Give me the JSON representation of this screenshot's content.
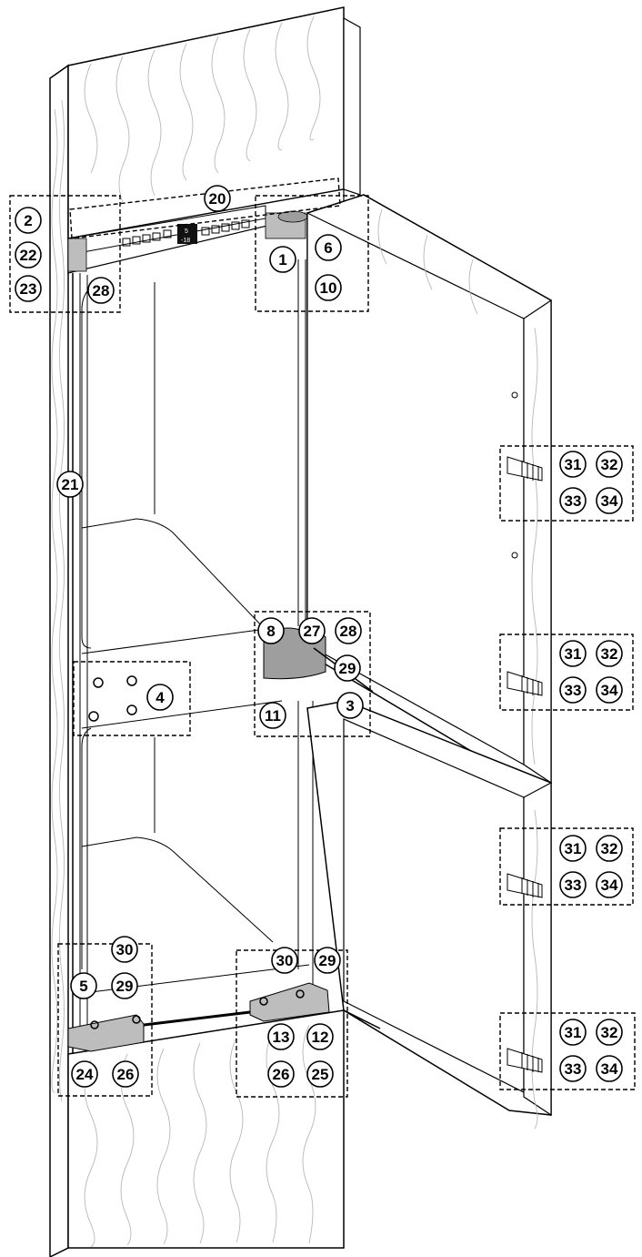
{
  "diagram": {
    "callouts": [
      {
        "id": "c-2",
        "label": "2"
      },
      {
        "id": "c-22",
        "label": "22"
      },
      {
        "id": "c-23",
        "label": "23"
      },
      {
        "id": "c-20",
        "label": "20"
      },
      {
        "id": "c-28a",
        "label": "28"
      },
      {
        "id": "c-1",
        "label": "1"
      },
      {
        "id": "c-6",
        "label": "6"
      },
      {
        "id": "c-10",
        "label": "10"
      },
      {
        "id": "c-21",
        "label": "21"
      },
      {
        "id": "c-31a",
        "label": "31"
      },
      {
        "id": "c-32a",
        "label": "32"
      },
      {
        "id": "c-33a",
        "label": "33"
      },
      {
        "id": "c-34a",
        "label": "34"
      },
      {
        "id": "c-8",
        "label": "8"
      },
      {
        "id": "c-27",
        "label": "27"
      },
      {
        "id": "c-28b",
        "label": "28"
      },
      {
        "id": "c-29a",
        "label": "29"
      },
      {
        "id": "c-3",
        "label": "3"
      },
      {
        "id": "c-11",
        "label": "11"
      },
      {
        "id": "c-4",
        "label": "4"
      },
      {
        "id": "c-31b",
        "label": "31"
      },
      {
        "id": "c-32b",
        "label": "32"
      },
      {
        "id": "c-33b",
        "label": "33"
      },
      {
        "id": "c-34b",
        "label": "34"
      },
      {
        "id": "c-31c",
        "label": "31"
      },
      {
        "id": "c-32c",
        "label": "32"
      },
      {
        "id": "c-33c",
        "label": "33"
      },
      {
        "id": "c-34c",
        "label": "34"
      },
      {
        "id": "c-30a",
        "label": "30"
      },
      {
        "id": "c-5",
        "label": "5"
      },
      {
        "id": "c-29b",
        "label": "29"
      },
      {
        "id": "c-30b",
        "label": "30"
      },
      {
        "id": "c-29c",
        "label": "29"
      },
      {
        "id": "c-13",
        "label": "13"
      },
      {
        "id": "c-12",
        "label": "12"
      },
      {
        "id": "c-26a",
        "label": "26"
      },
      {
        "id": "c-25",
        "label": "25"
      },
      {
        "id": "c-24",
        "label": "24"
      },
      {
        "id": "c-26b",
        "label": "26"
      },
      {
        "id": "c-31d",
        "label": "31"
      },
      {
        "id": "c-32d",
        "label": "32"
      },
      {
        "id": "c-33d",
        "label": "33"
      },
      {
        "id": "c-34d",
        "label": "34"
      }
    ],
    "display": {
      "top": "5",
      "bottom": "-18"
    }
  }
}
